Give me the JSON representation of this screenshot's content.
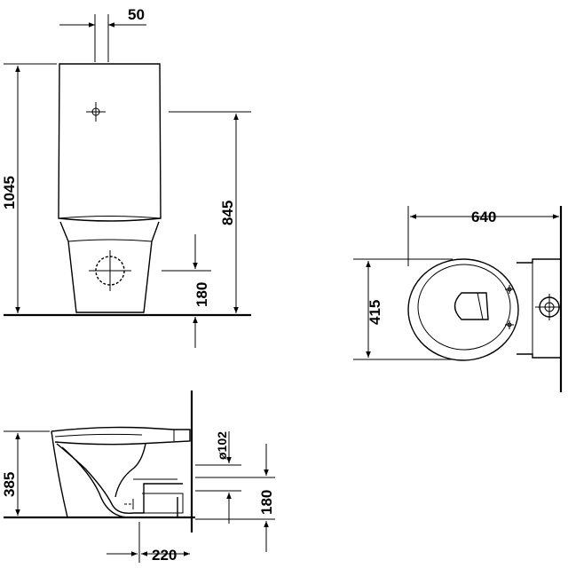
{
  "dimensions": {
    "cistern_offset": "50",
    "total_height": "1045",
    "cistern_inlet_height": "845",
    "outlet_height_front": "180",
    "plan_length": "640",
    "plan_width": "415",
    "bowl_height": "385",
    "outlet_diameter": "ø102",
    "outlet_height_side": "180",
    "outlet_distance": "220"
  }
}
